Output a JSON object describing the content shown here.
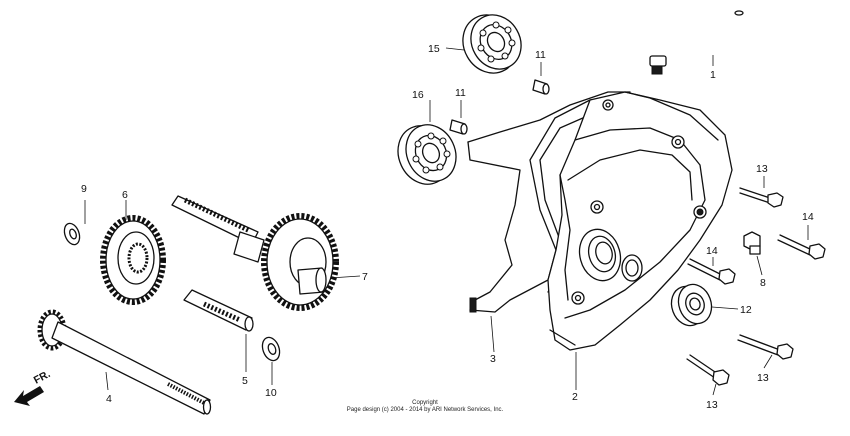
{
  "callouts": {
    "c1": "1",
    "c2": "2",
    "c3": "3",
    "c4": "4",
    "c5": "5",
    "c6": "6",
    "c7": "7",
    "c8": "8",
    "c9": "9",
    "c10": "10",
    "c11a": "11",
    "c11b": "11",
    "c12": "12",
    "c13a": "13",
    "c13b": "13",
    "c13c": "13",
    "c14a": "14",
    "c14b": "14",
    "c15": "15",
    "c16": "16"
  },
  "front_marker": "FR.",
  "copyright": {
    "line1": "Copyright",
    "line2": "Page design (c) 2004 - 2014 by ARI Network Services, Inc."
  }
}
